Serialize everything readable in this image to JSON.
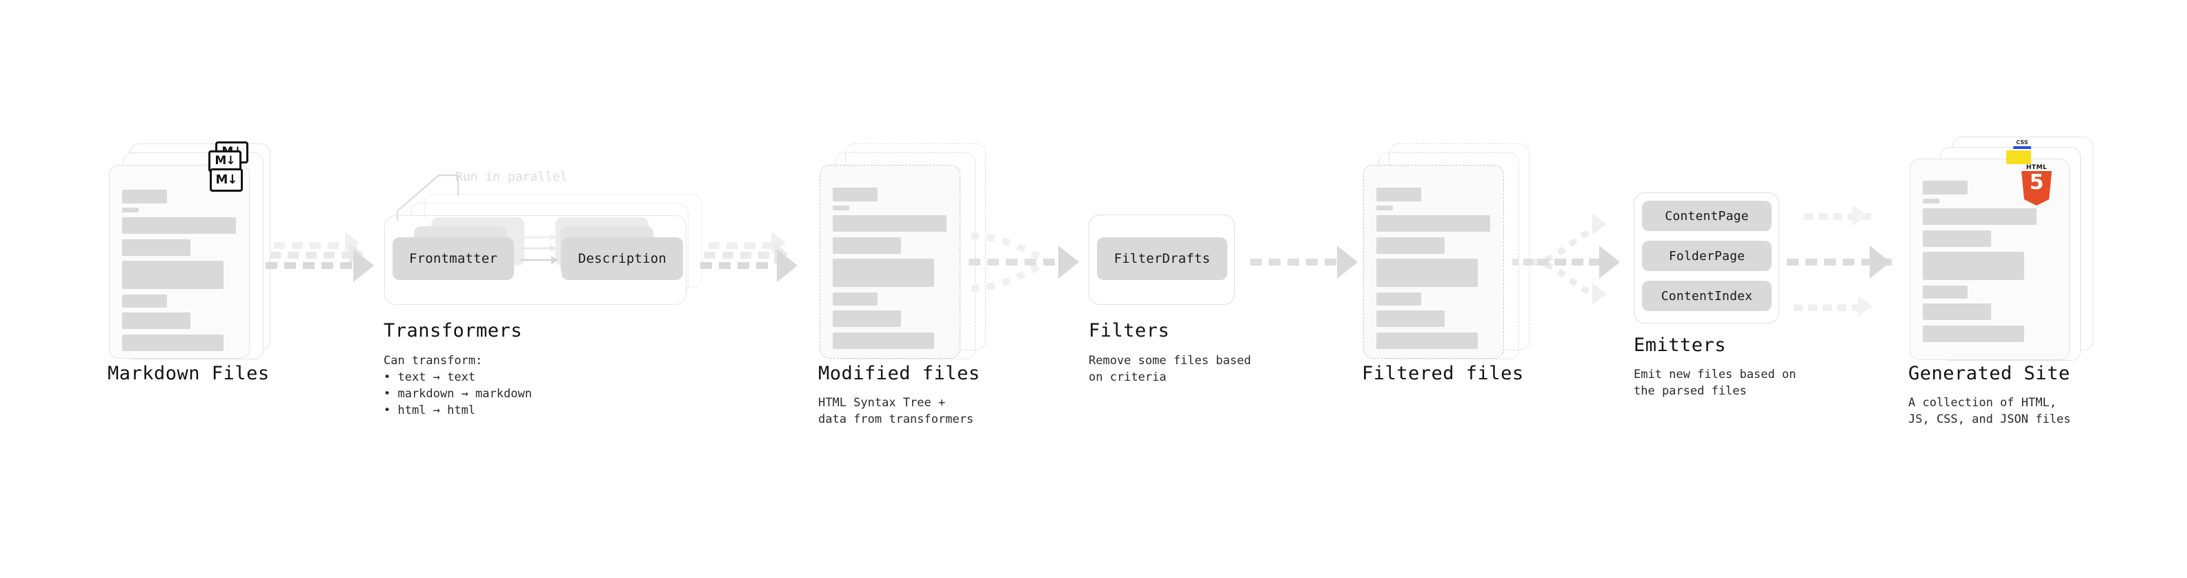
{
  "diagram": {
    "type": "pipeline",
    "background": "#ffffff",
    "accent_gray": "#d9d9d9",
    "stages": [
      {
        "id": "markdown-files",
        "kind": "document-stack",
        "title": "Markdown Files",
        "desc": "",
        "badge": "markdown-icon",
        "badge_text": "M↓",
        "stack_count": 3,
        "border": "solid"
      },
      {
        "id": "transformers",
        "kind": "process",
        "title": "Transformers",
        "desc": "Can transform:\n• text → text\n• markdown → markdown\n• html → html",
        "hint": "Run in parallel",
        "chips": [
          "Frontmatter",
          "Description"
        ],
        "stack_count": 3
      },
      {
        "id": "modified-files",
        "kind": "document-stack",
        "title": "Modified files",
        "desc": "HTML Syntax Tree +\ndata from transformers",
        "stack_count": 3,
        "border": "dashed"
      },
      {
        "id": "filters",
        "kind": "process",
        "title": "Filters",
        "desc": "Remove some files based\non criteria",
        "chips": [
          "FilterDrafts"
        ],
        "stack_count": 1
      },
      {
        "id": "filtered-files",
        "kind": "document-stack",
        "title": "Filtered files",
        "desc": "",
        "stack_count": 3,
        "border": "dashed"
      },
      {
        "id": "emitters",
        "kind": "process",
        "title": "Emitters",
        "desc": "Emit new files based on\nthe parsed files",
        "chips": [
          "ContentPage",
          "FolderPage",
          "ContentIndex"
        ],
        "stack_count": 1
      },
      {
        "id": "generated-site",
        "kind": "document-stack",
        "title": "Generated Site",
        "desc": "A collection of HTML,\nJS, CSS, and JSON files",
        "badge": "html5-icon",
        "badge_text": "5",
        "badge_caption": "HTML",
        "back_badges": [
          "css3-icon",
          "javascript-icon"
        ],
        "css_label": "CSS",
        "stack_count": 3,
        "border": "solid"
      }
    ],
    "connectors": [
      {
        "id": "md-to-transformers",
        "style": "dotted-stacked",
        "lanes": 3
      },
      {
        "id": "transformers-to-modified",
        "style": "dotted-stacked",
        "lanes": 3
      },
      {
        "id": "modified-to-filters",
        "style": "dotted-merge",
        "lanes": 3
      },
      {
        "id": "filters-to-filtered",
        "style": "dotted",
        "lanes": 1
      },
      {
        "id": "filtered-to-emitters",
        "style": "dotted-fanout",
        "lanes": 3
      },
      {
        "id": "emitters-to-site",
        "style": "dotted-parallel",
        "lanes": 3
      },
      {
        "id": "transformer-inner",
        "style": "thin-arrow",
        "lanes": 3
      }
    ]
  }
}
